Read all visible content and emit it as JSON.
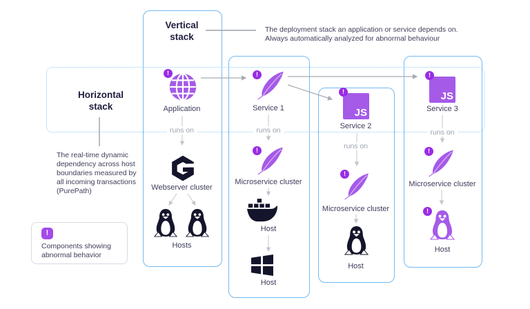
{
  "annotations": {
    "vertical_stack": {
      "title_line1": "Vertical",
      "title_line2": "stack",
      "description_line1": "The deployment stack an application or service depends on.",
      "description_line2": "Always automatically analyzed for abnormal behaviour"
    },
    "horizontal_stack": {
      "title_line1": "Horizontal",
      "title_line2": "stack",
      "description": "The real-time dynamic dependency across host boundaries measured by all incoming transactions (PurePath)"
    }
  },
  "legend": {
    "line1": "Components showing",
    "line2": "abnormal behavior"
  },
  "icons": {
    "alert_glyph": "!",
    "js_label": "JS"
  },
  "columns": {
    "application": {
      "label": "Application",
      "runs_on": "runs on",
      "cluster": "Webserver cluster",
      "hosts": "Hosts"
    },
    "service1": {
      "label": "Service 1",
      "runs_on": "runs on",
      "cluster": "Microservice cluster",
      "host_docker": "Host",
      "host_windows": "Host"
    },
    "service2": {
      "label": "Service 2",
      "runs_on": "runs on",
      "cluster": "Microservice cluster",
      "host": "Host"
    },
    "service3": {
      "label": "Service 3",
      "runs_on": "runs on",
      "cluster": "Microservice cluster",
      "host": "Host"
    }
  },
  "colors": {
    "icon_purple": "#a55ae8",
    "badge_purple": "#9a2ce4",
    "box_blue": "#74b9f0",
    "dashed_blue": "#8ecbf7",
    "dark_icon": "#14142b",
    "text": "#3d3d5c",
    "gray": "#9aa2ad"
  }
}
